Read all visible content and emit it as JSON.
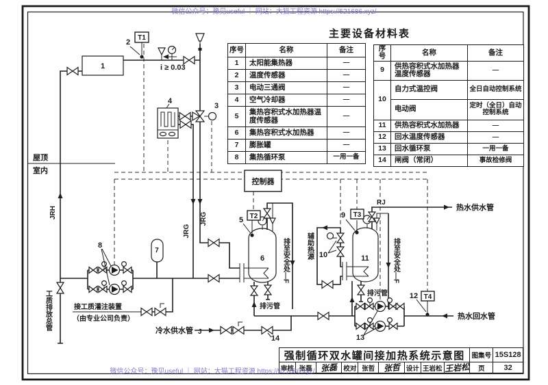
{
  "watermark": {
    "top": "微信公众号：豫见useful ｜ 网站：大猫工程资源 https://521686.xyz/",
    "bottom": "微信公众号：豫见useful ｜ 网站：大猫工程资源 https://521686.xyz/"
  },
  "table": {
    "title": "主要设备材料表",
    "col_no": "序号",
    "col_name": "名称",
    "col_remark": "备注",
    "left": [
      {
        "no": "1",
        "name": "太阳能集热器",
        "remark": "—"
      },
      {
        "no": "2",
        "name": "温度传感器",
        "remark": "—"
      },
      {
        "no": "3",
        "name": "电动三通阀",
        "remark": "—"
      },
      {
        "no": "4",
        "name": "空气冷却器",
        "remark": "—"
      },
      {
        "no": "5",
        "name": "集热容积式水加热器温度传感器",
        "remark": "—"
      },
      {
        "no": "6",
        "name": "集热容积式水加热器",
        "remark": "—"
      },
      {
        "no": "7",
        "name": "膨胀罐",
        "remark": "—"
      },
      {
        "no": "8",
        "name": "集热循环泵",
        "remark": "一用一备"
      }
    ],
    "right": [
      {
        "no": "9",
        "name": "供热容积式水加热器温度传感器",
        "remark": "—"
      },
      {
        "no": "10",
        "name": "自力式温控阀",
        "remark": "全日自动控制系统"
      },
      {
        "name": "电动阀",
        "remark": "定时（全日）自动控制系统"
      },
      {
        "no": "11",
        "name": "供热容积式水加热器",
        "remark": "—"
      },
      {
        "no": "12",
        "name": "回水温度传感器",
        "remark": "—"
      },
      {
        "no": "13",
        "name": "回水循环泵",
        "remark": "一用一备"
      },
      {
        "no": "14",
        "name": "闸阀（常闭）",
        "remark": "事故检修阀"
      }
    ]
  },
  "diagram": {
    "controller": "控制器",
    "t1": "T1",
    "t2": "T2",
    "t3": "T3",
    "t4": "T4",
    "roof": "屋顶",
    "indoor": "室内",
    "slope": "i ≥ 0.03",
    "jrh": "JRH",
    "jrg_a": "JRG",
    "jrg_b": "JRG",
    "rj": "RJ",
    "j": "J",
    "hot_supply": "热水供水管",
    "hot_return": "热水回水管",
    "cold_supply": "冷水供水管",
    "drain_main": "工质排放总管",
    "fill1": "接工质灌注装置",
    "fill2": "（由专业公司负责）",
    "safe_left": "排至安全处—F",
    "safe_right": "排至安全处—F",
    "aux": "辅助热源",
    "blowdown_left": "排污管",
    "blowdown_right": "排污管",
    "n1": "1",
    "n2": "2",
    "n3": "3",
    "n4": "4",
    "n5": "5",
    "n6": "6",
    "n7": "7",
    "n8": "8",
    "n9": "9",
    "n10": "10",
    "n11": "11",
    "n12": "12",
    "n13": "13",
    "n14": "14"
  },
  "titleblock": {
    "title": "强制循环双水罐间接加热系统示意图",
    "atlas_label": "图集号",
    "atlas_no": "15S128",
    "page_label": "页",
    "page_no": "32",
    "review_label": "审核",
    "review_name": "张磊",
    "review_sig": "张磊",
    "check_label": "校对",
    "check_name": "张哲",
    "check_sig": "张哲",
    "design_label": "设计",
    "design_name": "王岩松",
    "design_sig": "王岩松"
  }
}
